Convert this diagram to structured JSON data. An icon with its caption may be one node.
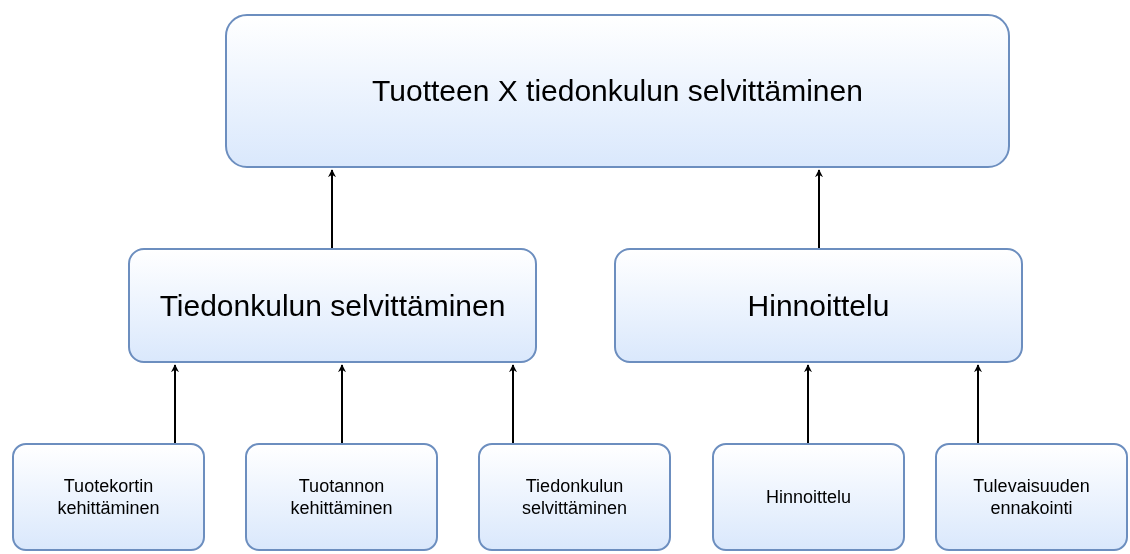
{
  "diagram": {
    "nodes": [
      {
        "text": [
          "Tuotteen X tiedonkulun selvittäminen"
        ]
      },
      {
        "text": [
          "Tiedonkulun selvittäminen"
        ]
      },
      {
        "text": [
          "Hinnoittelu"
        ]
      },
      {
        "text": [
          "Tuotekortin kehittäminen"
        ]
      },
      {
        "text": [
          "Tuotannon kehittäminen"
        ]
      },
      {
        "text": [
          "Tiedonkulun selvittäminen"
        ]
      },
      {
        "text": [
          "Hinnoittelu"
        ]
      },
      {
        "text": [
          "Tulevaisuuden ennakointi"
        ]
      }
    ],
    "edges": [
      {
        "from": 1,
        "to": 0,
        "arrow": "to"
      },
      {
        "from": 2,
        "to": 0,
        "arrow": "to"
      },
      {
        "from": 3,
        "to": 1,
        "arrow": "to"
      },
      {
        "from": 4,
        "to": 1,
        "arrow": "to"
      },
      {
        "from": 5,
        "to": 1,
        "arrow": "to"
      },
      {
        "from": 6,
        "to": 2,
        "arrow": "to"
      },
      {
        "from": 7,
        "to": 2,
        "arrow": "to"
      }
    ]
  }
}
